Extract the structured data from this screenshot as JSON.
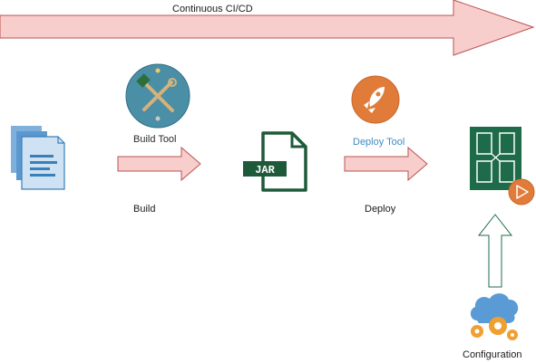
{
  "pipeline": {
    "banner_label": "Continuous CI/CD"
  },
  "stages": {
    "build_tool_label": "Build Tool",
    "build_step_label": "Build",
    "artifact_label": "JAR",
    "deploy_tool_label": "Deploy Tool",
    "deploy_step_label": "Deploy",
    "configuration_label": "Configuration"
  },
  "colors": {
    "arrow_fill": "#f8cecc",
    "arrow_stroke": "#b85450",
    "config_arrow_fill": "#ffffff",
    "config_arrow_stroke": "#1e6b4a",
    "build_tool_circle": "#4a8fa6",
    "deploy_tool_circle": "#e07b3a",
    "jar_green": "#1e5a3a",
    "server_green": "#1e6b4a",
    "document_blue": "#3a7fb8",
    "play_orange": "#e07b3a",
    "config_cloud": "#5b9bd5",
    "config_gear": "#f0a030"
  },
  "icons": {
    "source": "document-stack-icon",
    "build_tool": "hammer-wrench-icon",
    "artifact": "jar-file-icon",
    "deploy_tool": "rocket-icon",
    "target": "server-grid-icon",
    "run": "play-icon",
    "configuration": "cloud-gears-icon"
  }
}
